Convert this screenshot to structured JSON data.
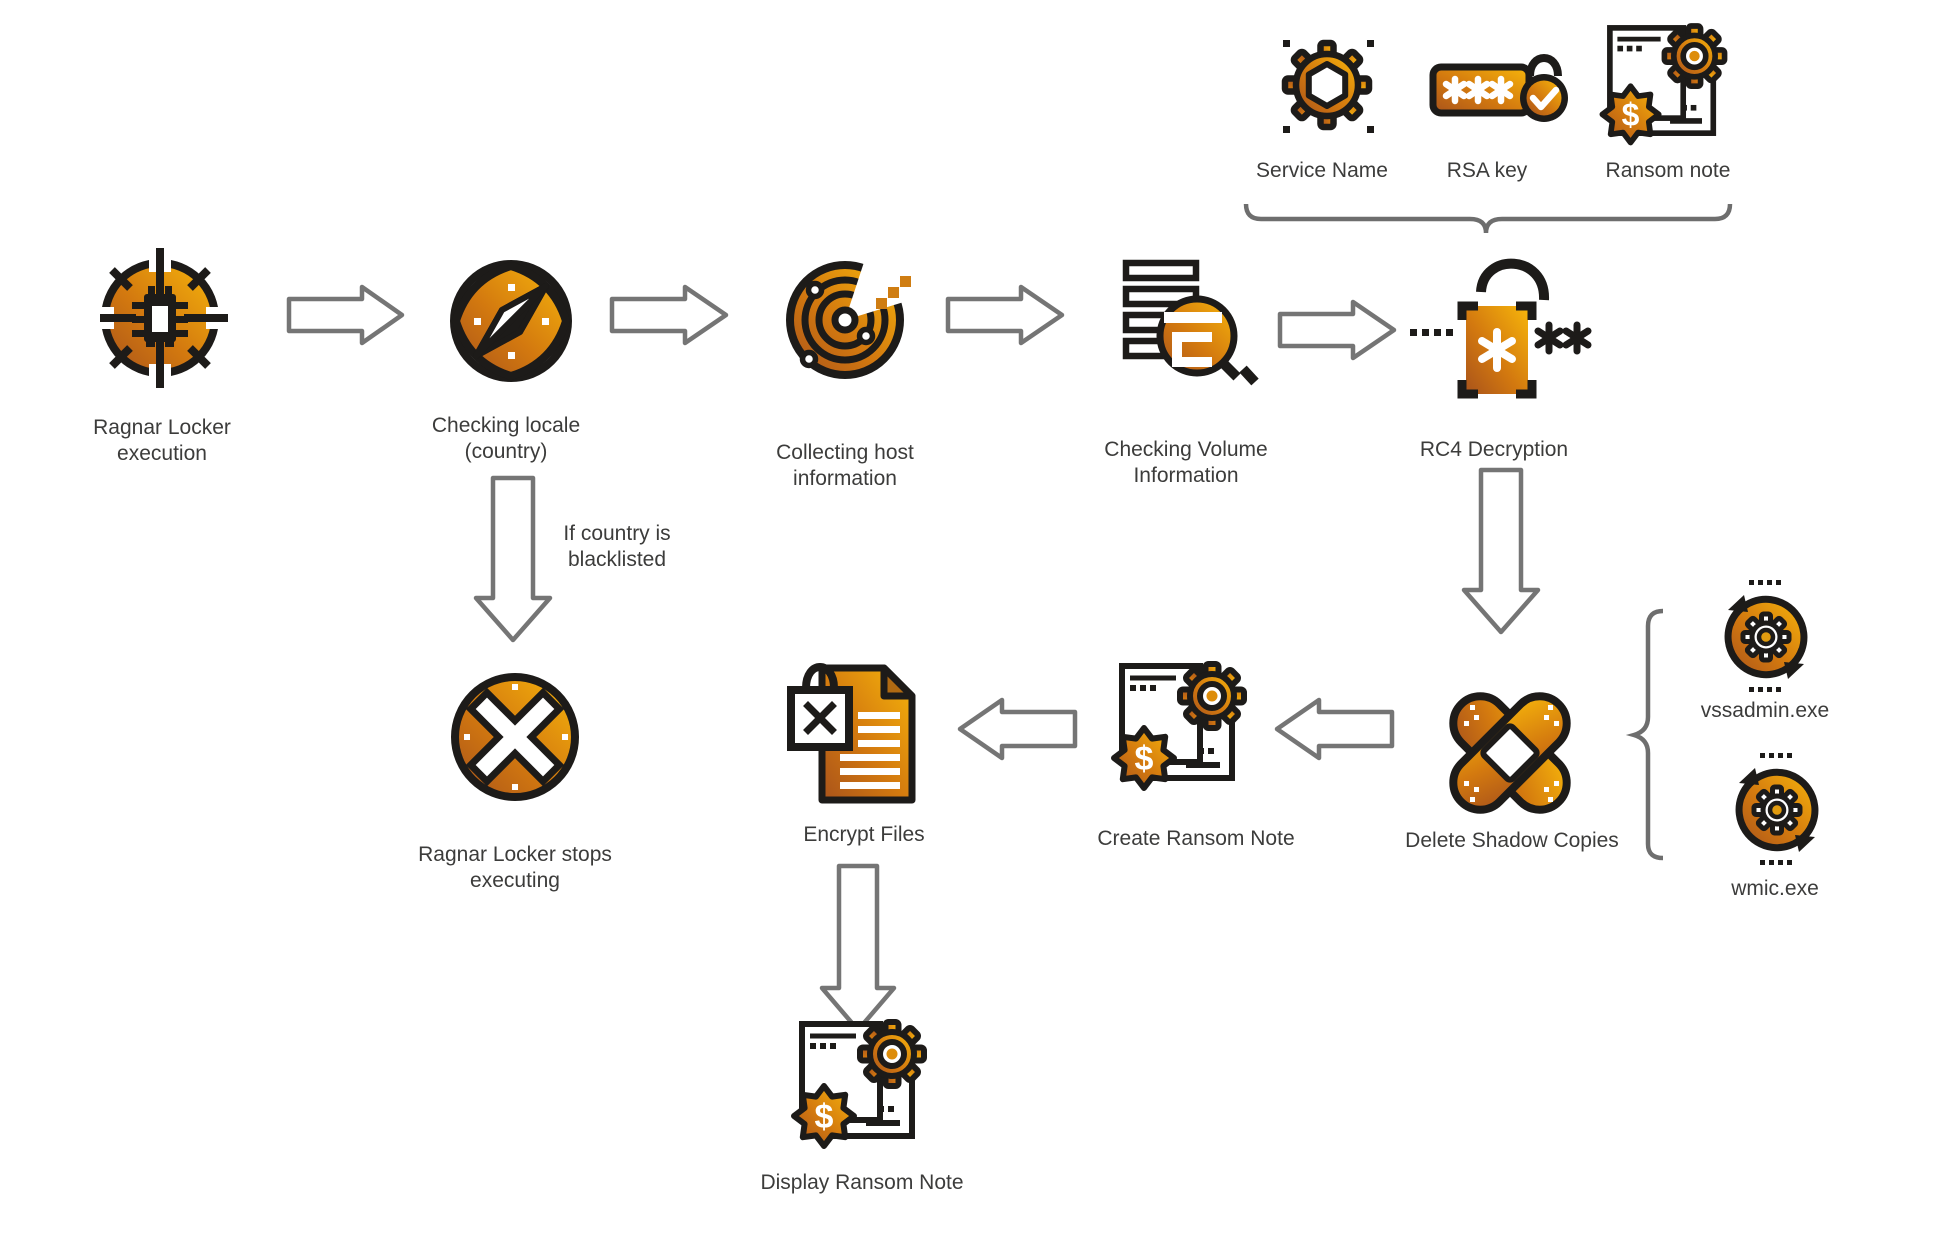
{
  "legend": {
    "items": [
      {
        "id": "service-name",
        "label": "Service Name"
      },
      {
        "id": "rsa-key",
        "label": "RSA key"
      },
      {
        "id": "ransom-note",
        "label": "Ransom note"
      }
    ]
  },
  "flow": {
    "ragnar_execution": "Ragnar Locker\nexecution",
    "checking_locale": "Checking locale\n(country)",
    "collecting_host": "Collecting host\ninformation",
    "checking_volume": "Checking Volume\nInformation",
    "rc4_decryption": "RC4 Decryption",
    "stops_executing": "Ragnar Locker stops\nexecuting",
    "encrypt_files": "Encrypt Files",
    "create_ransom_note": "Create Ransom Note",
    "delete_shadow_copies": "Delete Shadow Copies",
    "display_ransom_note": "Display Ransom Note"
  },
  "conditions": {
    "blacklist": "If country is\nblacklisted"
  },
  "tools": {
    "vssadmin": "vssadmin.exe",
    "wmic": "wmic.exe"
  },
  "colors": {
    "gold_light": "#f7b60b",
    "gold_mid": "#d3790f",
    "gold_dark": "#a9531b",
    "outline": "#1d1b19",
    "arrow_stroke": "#757575",
    "text": "#3c3c3b"
  }
}
